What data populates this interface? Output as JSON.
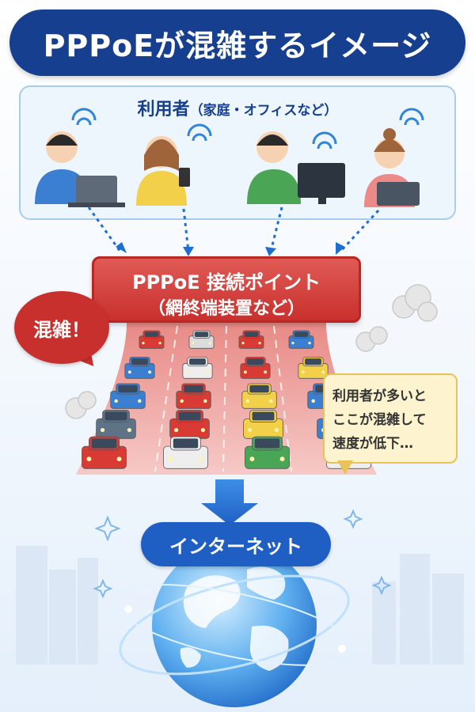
{
  "title": "PPPoEが混雑するイメージ",
  "users_panel": {
    "label": "利用者",
    "label_sub": "（家庭・オフィスなど）",
    "users": [
      {
        "device": "laptop",
        "shirt": "#3b7fd3"
      },
      {
        "device": "smartphone",
        "shirt": "#f2d04a"
      },
      {
        "device": "desktop",
        "shirt": "#4aa555"
      },
      {
        "device": "tablet",
        "shirt": "#ec8a8a"
      }
    ]
  },
  "connection_point": {
    "line1": "PPPoE 接続ポイント",
    "line2": "（網終端装置など）"
  },
  "congestion_callout": "混雑！",
  "info_bubble": {
    "lines": [
      "利用者が多いと",
      "ここが混雑して",
      "速度が低下…"
    ]
  },
  "internet_label": "インターネット",
  "colors": {
    "title_bg": "#163f8f",
    "alert_red": "#c8302d",
    "internet_blue": "#1f5fc4",
    "bubble_yellow": "#fdf4cf"
  },
  "cars": [
    "#d93a34",
    "#dcdcdc",
    "#d93a34",
    "#3b7fd3",
    "#3b7fd3",
    "#eeeeee",
    "#d93a34",
    "#f2d04a",
    "#3b7fd3",
    "#d93a34",
    "#f2d04a",
    "#3b7fd3",
    "#5e7386",
    "#d93a34",
    "#f2d04a",
    "#3b7fd3",
    "#d93a34",
    "#eeeeee",
    "#49a657",
    "#eeeeee"
  ]
}
